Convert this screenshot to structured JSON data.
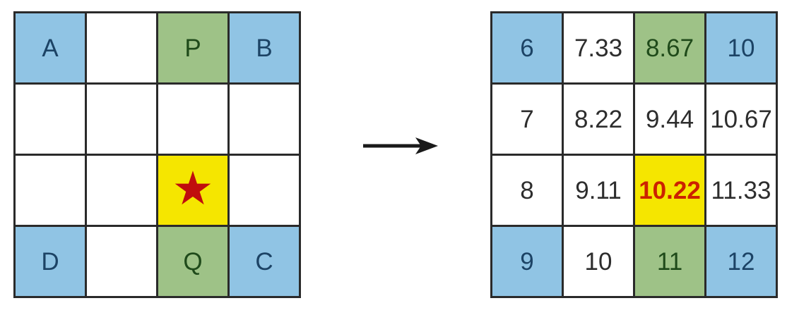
{
  "figure": {
    "description": "Bilinear interpolation diagram: labeled corner grid maps to interpolated value grid"
  },
  "icons": {
    "star": "★",
    "arrow": "right-arrow"
  },
  "colors": {
    "cell_blue": "#90c4e4",
    "cell_green": "#9ec287",
    "cell_yellow": "#f5e600",
    "cell_white": "#ffffff",
    "grid_line": "#2a2a2a",
    "text_blue": "#1c4365",
    "text_green": "#1f4a1a",
    "text_dark": "#2d2d2d",
    "star_red": "#c00d0d",
    "emphasis_red": "#cc2200",
    "arrow_black": "#1a1a1a"
  },
  "left_grid": {
    "rows": [
      [
        {
          "label": "A",
          "bg": "blue"
        },
        {
          "label": "",
          "bg": "white"
        },
        {
          "label": "P",
          "bg": "green"
        },
        {
          "label": "B",
          "bg": "blue"
        }
      ],
      [
        {
          "label": "",
          "bg": "white"
        },
        {
          "label": "",
          "bg": "white"
        },
        {
          "label": "",
          "bg": "white"
        },
        {
          "label": "",
          "bg": "white"
        }
      ],
      [
        {
          "label": "",
          "bg": "white"
        },
        {
          "label": "",
          "bg": "white"
        },
        {
          "label": "",
          "bg": "yellow",
          "star": true
        },
        {
          "label": "",
          "bg": "white"
        }
      ],
      [
        {
          "label": "D",
          "bg": "blue"
        },
        {
          "label": "",
          "bg": "white"
        },
        {
          "label": "Q",
          "bg": "green"
        },
        {
          "label": "C",
          "bg": "blue"
        }
      ]
    ]
  },
  "right_grid": {
    "rows": [
      [
        {
          "label": "6",
          "bg": "blue"
        },
        {
          "label": "7.33",
          "bg": "white"
        },
        {
          "label": "8.67",
          "bg": "green"
        },
        {
          "label": "10",
          "bg": "blue"
        }
      ],
      [
        {
          "label": "7",
          "bg": "white"
        },
        {
          "label": "8.22",
          "bg": "white"
        },
        {
          "label": "9.44",
          "bg": "white"
        },
        {
          "label": "10.67",
          "bg": "white"
        }
      ],
      [
        {
          "label": "8",
          "bg": "white"
        },
        {
          "label": "9.11",
          "bg": "white"
        },
        {
          "label": "10.22",
          "bg": "yellow",
          "emphasis": true
        },
        {
          "label": "11.33",
          "bg": "white"
        }
      ],
      [
        {
          "label": "9",
          "bg": "blue"
        },
        {
          "label": "10",
          "bg": "white"
        },
        {
          "label": "11",
          "bg": "green"
        },
        {
          "label": "12",
          "bg": "blue"
        }
      ]
    ]
  }
}
